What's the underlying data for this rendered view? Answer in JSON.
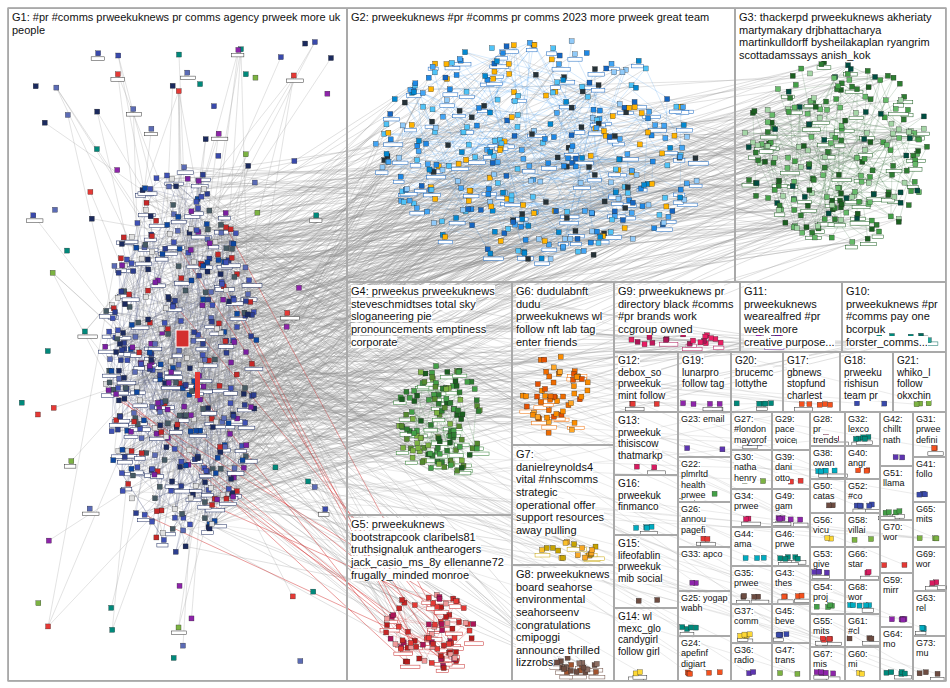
{
  "diagram": {
    "nodes": [
      {
        "text": [
          "G1: #pr #comms prweekuknews pr comms agency prweek more uk people"
        ]
      },
      {
        "text": [
          "G2: prweekuknews #pr #comms pr comms 2023 more prweek great team"
        ]
      },
      {
        "text": [
          "G3: thackerpd prweekuknews akheriaty martymakary drjbhattacharya martinkulldorff bysheilakaplan ryangrim scottadamssays anish_kok"
        ]
      },
      {
        "text": [
          "G4: prweekus prweekuknews steveschmidtses total sky sloganeering pie pronouncements emptiness corporate"
        ]
      },
      {
        "text": [
          "G5: prweekuknews bootstrapcook claribels81 truthsignaluk anthearogers jack_casio_ms_8y ellenanne72 frugally_minded monroe"
        ]
      },
      {
        "text": [
          "G6: dudulabnft dudu prweekuknews wl follow nft lab tag enter friends"
        ]
      },
      {
        "text": [
          "G7: danielreynolds4 vital #nhscomms strategic operational offer support resources away pulling"
        ]
      },
      {
        "text": [
          "G8: prweekuknews board seahorse environmental seahorseenv congratulations cmipoggi announce thrilled lizzrobs"
        ]
      },
      {
        "text": [
          "G9: prweekuknews pr directory black #comms #pr brands work ccgroup owned"
        ]
      },
      {
        "text": [
          "G11: prweekuknews wearealfred #pr week more creative purpose..."
        ]
      },
      {
        "text": [
          "G10: prweekuknews #pr #comms pay one bcorpuk forster_comms..."
        ]
      },
      {
        "text": [
          "G12: debox_so prweekuk mint follow"
        ]
      },
      {
        "text": [
          "G19: lunarpro follow tag"
        ]
      },
      {
        "text": [
          "G20: brucemc lottythe"
        ]
      },
      {
        "text": [
          "G17: gbnews stopfund charlest"
        ]
      },
      {
        "text": [
          "G18: prweeku rishisun team pr"
        ]
      },
      {
        "text": [
          "G21: whiko_l follow okxchin"
        ]
      },
      {
        "text": [
          "G13: prweekuk thisiscow thatmarkp"
        ]
      },
      {
        "text": [
          "G16: prweekuk finmanco"
        ]
      },
      {
        "text": [
          "G15: lifeofablin prweekuk mib social"
        ]
      },
      {
        "text": [
          "G14: wl mexc_glo candygirl follow girl"
        ]
      },
      {
        "text": [
          "G23: email"
        ]
      },
      {
        "text": [
          "G22: plmrltd health prwee"
        ]
      },
      {
        "text": [
          "G26: annou pagefi"
        ]
      },
      {
        "text": [
          "G33: apco"
        ]
      },
      {
        "text": [
          "G25: yogap wabh"
        ]
      },
      {
        "text": [
          "G24: apefinf digiart"
        ]
      },
      {
        "text": [
          "G27: #london mayorof"
        ]
      },
      {
        "text": [
          "G30: natha henry"
        ]
      },
      {
        "text": [
          "G34: prwee"
        ]
      },
      {
        "text": [
          "G44: ama"
        ]
      },
      {
        "text": [
          "G35: prwee"
        ]
      },
      {
        "text": [
          "G37: comm"
        ]
      },
      {
        "text": [
          "G36: radio"
        ]
      },
      {
        "text": [
          "G29: pace voice"
        ]
      },
      {
        "text": [
          "G39: dani otto"
        ]
      },
      {
        "text": [
          "G49: gam"
        ]
      },
      {
        "text": [
          "G46: prwe"
        ]
      },
      {
        "text": [
          "G43: thes"
        ]
      },
      {
        "text": [
          "G45: beve"
        ]
      },
      {
        "text": [
          "G47: trans"
        ]
      },
      {
        "text": [
          "G28: pr trends"
        ]
      },
      {
        "text": [
          "G38: owan"
        ]
      },
      {
        "text": [
          "G50: catas"
        ]
      },
      {
        "text": [
          "G56: vicu"
        ]
      },
      {
        "text": [
          "G53: give"
        ]
      },
      {
        "text": [
          "G54: proj"
        ]
      },
      {
        "text": [
          "G55: mits"
        ]
      },
      {
        "text": [
          "G67: mis"
        ]
      },
      {
        "text": [
          "G32: lexco"
        ]
      },
      {
        "text": [
          "G40: angr"
        ]
      },
      {
        "text": [
          "G52: #co"
        ]
      },
      {
        "text": [
          "G58: villai"
        ]
      },
      {
        "text": [
          "G66: star"
        ]
      },
      {
        "text": [
          "G68: wor"
        ]
      },
      {
        "text": [
          "G61: #cl"
        ]
      },
      {
        "text": [
          "G60: mi"
        ]
      },
      {
        "text": [
          "G42: chillt nath"
        ]
      },
      {
        "text": [
          "G51: llama"
        ]
      },
      {
        "text": [
          "G70: wor"
        ]
      },
      {
        "text": [
          "G59: mirr"
        ]
      },
      {
        "text": [
          "G64: mo"
        ]
      },
      {
        "text": [
          "G31: prwee defini"
        ]
      },
      {
        "text": [
          "G41: follo"
        ]
      },
      {
        "text": [
          "G65: mits"
        ]
      },
      {
        "text": [
          "G69: wor"
        ]
      },
      {
        "text": [
          "G63: rel"
        ]
      },
      {
        "text": [
          "G73: mu"
        ]
      }
    ]
  }
}
